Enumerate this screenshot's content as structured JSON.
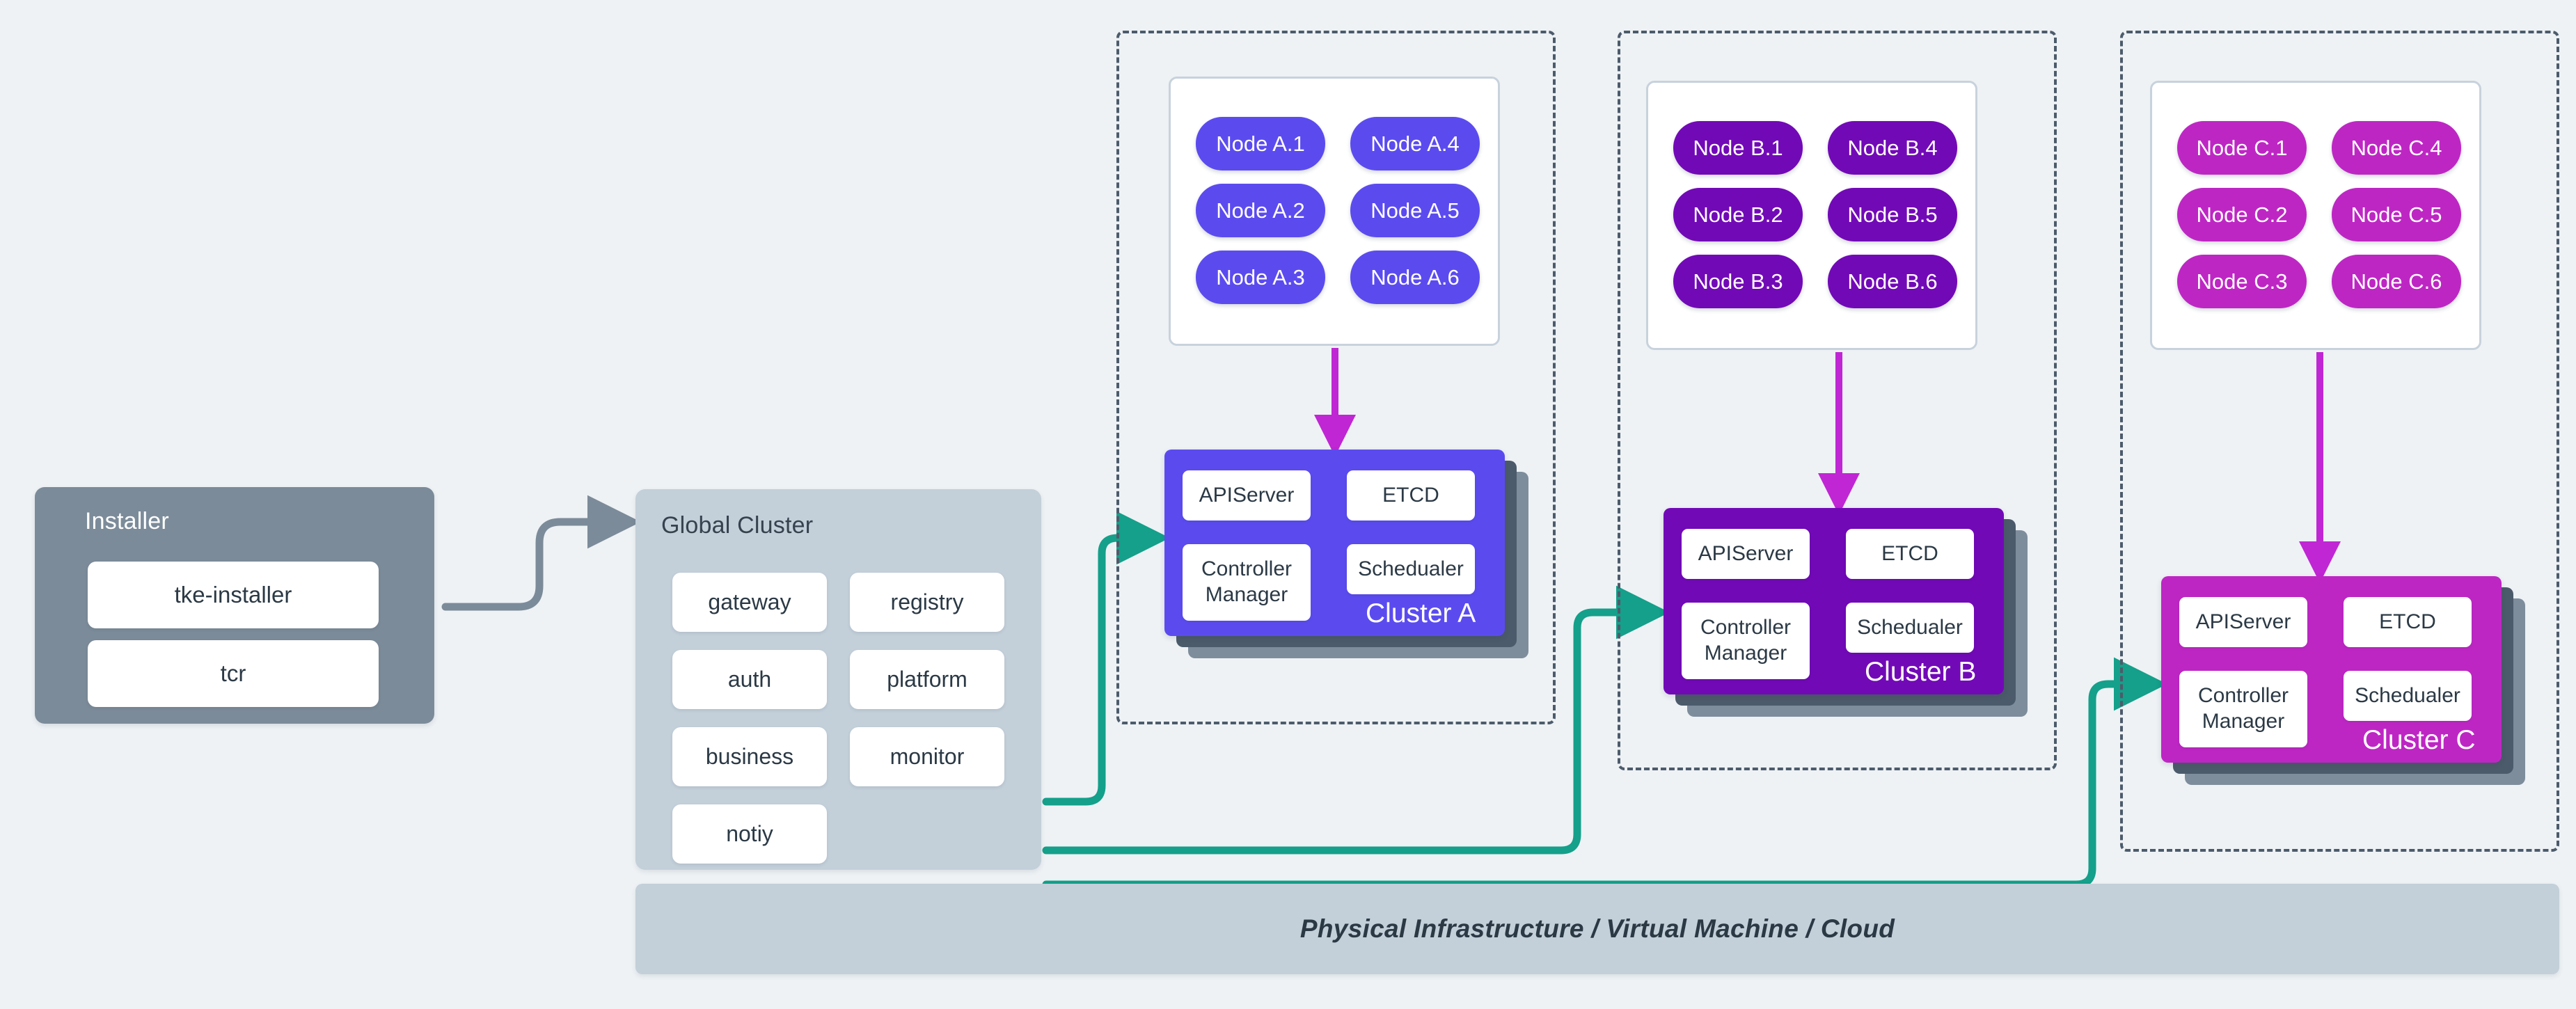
{
  "colors": {
    "background": "#eef2f5",
    "installer_panel": "#7c8b99",
    "global_panel": "#c3cfd9",
    "infra_bar": "#c3cfd9",
    "cluster_a": "#5b4bef",
    "cluster_b": "#7209b7",
    "cluster_c": "#be26c4",
    "node_a": "#5b4bef",
    "node_b": "#7209b7",
    "node_c": "#be26c4",
    "arrow_magenta": "#c026d3",
    "arrow_teal": "#14a08a",
    "arrow_gray": "#7c8b99",
    "zone_dash": "#4c5b6b",
    "text_dark": "#2b3945",
    "text_light": "#ffffff"
  },
  "installer": {
    "title": "Installer",
    "items": [
      {
        "label": "tke-installer"
      },
      {
        "label": "tcr"
      }
    ]
  },
  "global_cluster": {
    "title": "Global Cluster",
    "items": [
      {
        "label": "gateway"
      },
      {
        "label": "registry"
      },
      {
        "label": "auth"
      },
      {
        "label": "platform"
      },
      {
        "label": "business"
      },
      {
        "label": "monitor"
      },
      {
        "label": "notiy"
      }
    ]
  },
  "clusters": [
    {
      "name": "Cluster A",
      "nodes": [
        "Node A.1",
        "Node A.4",
        "Node A.2",
        "Node A.5",
        "Node A.3",
        "Node A.6"
      ],
      "control_plane": {
        "apiserver": "APIServer",
        "etcd": "ETCD",
        "controller_manager": "Controller Manager",
        "scheduler": "Schedualer"
      }
    },
    {
      "name": "Cluster B",
      "nodes": [
        "Node B.1",
        "Node B.4",
        "Node B.2",
        "Node B.5",
        "Node B.3",
        "Node B.6"
      ],
      "control_plane": {
        "apiserver": "APIServer",
        "etcd": "ETCD",
        "controller_manager": "Controller Manager",
        "scheduler": "Schedualer"
      }
    },
    {
      "name": "Cluster C",
      "nodes": [
        "Node C.1",
        "Node C.4",
        "Node C.2",
        "Node C.5",
        "Node C.3",
        "Node C.6"
      ],
      "control_plane": {
        "apiserver": "APIServer",
        "etcd": "ETCD",
        "controller_manager": "Controller Manager",
        "scheduler": "Schedualer"
      }
    }
  ],
  "infrastructure": {
    "label": "Physical Infrastructure / Virtual Machine / Cloud"
  }
}
